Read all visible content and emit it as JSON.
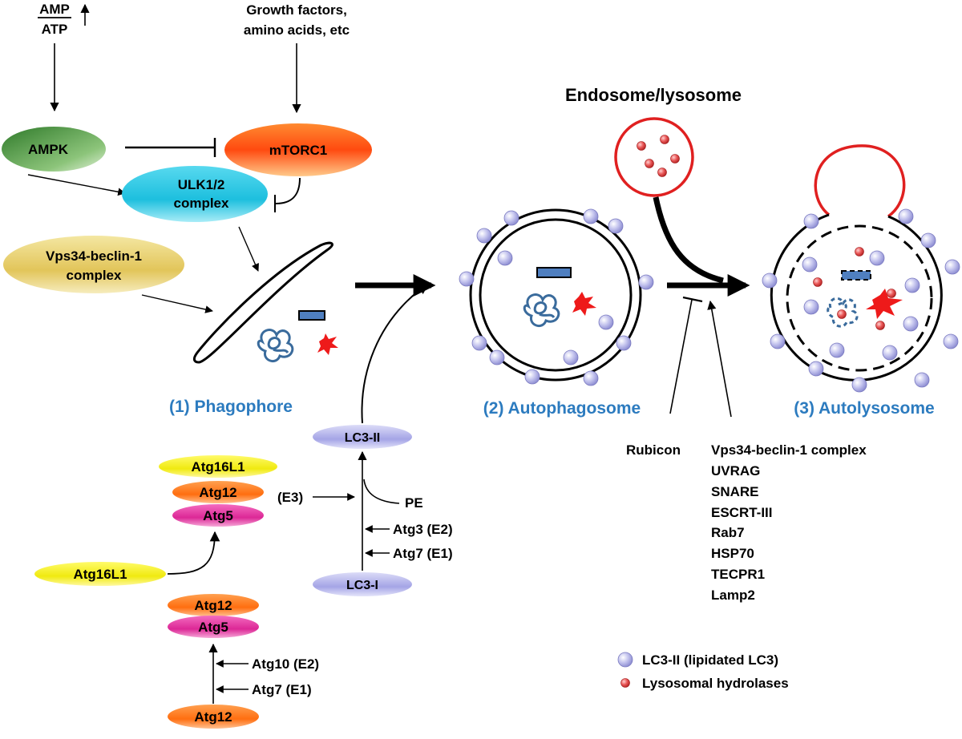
{
  "inputs": {
    "amp": "AMP",
    "atp": "ATP",
    "growth_line1": "Growth factors,",
    "growth_line2": "amino acids, etc"
  },
  "nodes": {
    "ampk": "AMPK",
    "mtorc1": "mTORC1",
    "ulk_line1": "ULK1/2",
    "ulk_line2": "complex",
    "vps34_line1": "Vps34-beclin-1",
    "vps34_line2": "complex"
  },
  "stages": {
    "phagophore": "(1) Phagophore",
    "autophagosome": "(2) Autophagosome",
    "autolysosome": "(3) Autolysosome",
    "endosome_lysosome": "Endosome/lysosome"
  },
  "atg_pathway": {
    "atg16l1_top": "Atg16L1",
    "atg12_top": "Atg12",
    "atg5_top": "Atg5",
    "e3": "(E3)",
    "atg16l1_left": "Atg16L1",
    "atg12_mid": "Atg12",
    "atg5_mid": "Atg5",
    "atg10": "Atg10 (E2)",
    "atg7_lower": "Atg7 (E1)",
    "atg12_bottom": "Atg12"
  },
  "lc3_pathway": {
    "lc3_ii": "LC3-II",
    "lc3_i": "LC3-I",
    "pe": "PE",
    "atg3": "Atg3 (E2)",
    "atg7": "Atg7 (E1)"
  },
  "fusion": {
    "inhibitor": "Rubicon",
    "promoters": [
      "Vps34-beclin-1 complex",
      "UVRAG",
      "SNARE",
      "ESCRT-III",
      "Rab7",
      "HSP70",
      "TECPR1",
      "Lamp2"
    ]
  },
  "legend": {
    "lc3_ii": "LC3-II (lipidated LC3)",
    "hydrolases": "Lysosomal hydrolases"
  },
  "colors": {
    "ampk": "#4f9a3c",
    "mtorc1": "#ff5a14",
    "ulk": "#21c3e0",
    "vps34": "#e6cc66",
    "atg16l1": "#f2ef18",
    "atg12": "#ff7a1c",
    "atg5": "#e3349e",
    "lc3": "#b4b4ea",
    "stage_label": "#2c7bbf",
    "lysosome": "#e02020",
    "cargo": "#3a6b9c"
  }
}
